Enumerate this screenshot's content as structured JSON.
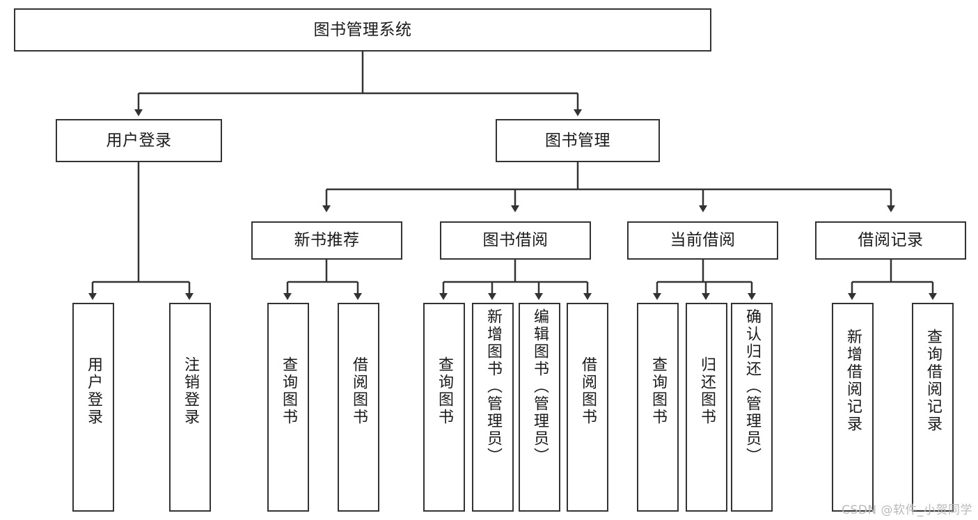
{
  "diagram": {
    "type": "tree-hierarchy",
    "title": "图书管理系统",
    "background_color": "#ffffff",
    "line_color": "#333333",
    "box_border_color": "#333333",
    "box_fill_color": "#ffffff",
    "text_color": "#1a1a1a"
  },
  "root": {
    "label": "图书管理系统"
  },
  "level2": [
    {
      "label": "用户登录"
    },
    {
      "label": "图书管理"
    }
  ],
  "level3": [
    {
      "label": "新书推荐"
    },
    {
      "label": "图书借阅"
    },
    {
      "label": "当前借阅"
    },
    {
      "label": "借阅记录"
    }
  ],
  "leaves": {
    "user_login": [
      {
        "label": "用户登录"
      },
      {
        "label": "注销登录"
      }
    ],
    "new_book_recommend": [
      {
        "label": "查询图书"
      },
      {
        "label": "借阅图书"
      }
    ],
    "book_borrow": [
      {
        "label": "查询图书"
      },
      {
        "label": "新增图书（管理员）"
      },
      {
        "label": "编辑图书（管理员）"
      },
      {
        "label": "借阅图书"
      }
    ],
    "current_borrow": [
      {
        "label": "查询图书"
      },
      {
        "label": "归还图书"
      },
      {
        "label": "确认归还（管理员）"
      }
    ],
    "borrow_record": [
      {
        "label": "新增借阅记录"
      },
      {
        "label": "查询借阅记录"
      }
    ]
  },
  "watermark": {
    "text": "CSDN @软件_小贺同学"
  }
}
